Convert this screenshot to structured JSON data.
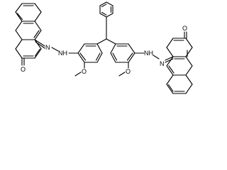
{
  "atoms": {
    "oxo_left": "O",
    "azo_n_left_outer": "N",
    "azo_nh_left": "NH",
    "methoxy_o_left": "O",
    "methoxy_o_right": "O",
    "azo_nh_right": "NH",
    "azo_n_right_outer": "N",
    "oxo_right": "O"
  }
}
